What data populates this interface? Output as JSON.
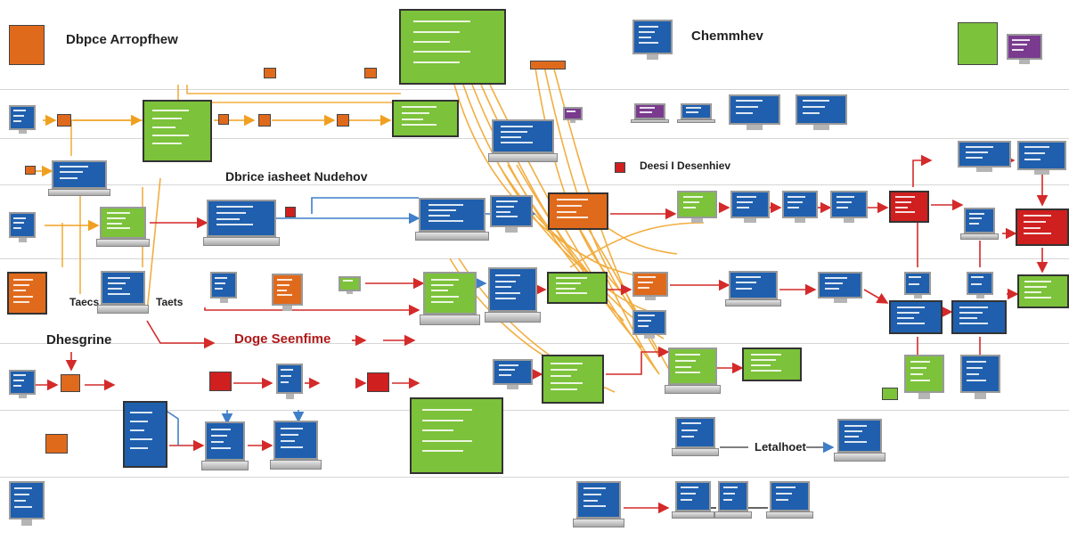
{
  "labels": {
    "top_left": "Dbpce Arторfhew",
    "top_right": "Chemmhev",
    "center": "Dbrice iasheet Nudehov",
    "right_mid": "Deesi I Desenhiev",
    "left_mid": "Dhesgrine",
    "center_low": "Doge Seenfime",
    "small_left": "Taecs",
    "small_mid": "Taets",
    "bottom_right": "Letalhoet"
  },
  "colors": {
    "blue": "#1f5fae",
    "green": "#7cc23a",
    "orange": "#e06a1c",
    "red": "#cf1f1f",
    "purple": "#7a3b8f",
    "arrow_red": "#d42a2a",
    "arrow_orange": "#f0a020",
    "arrow_blue": "#3f7ec8",
    "lane": "#d6d6d6"
  }
}
